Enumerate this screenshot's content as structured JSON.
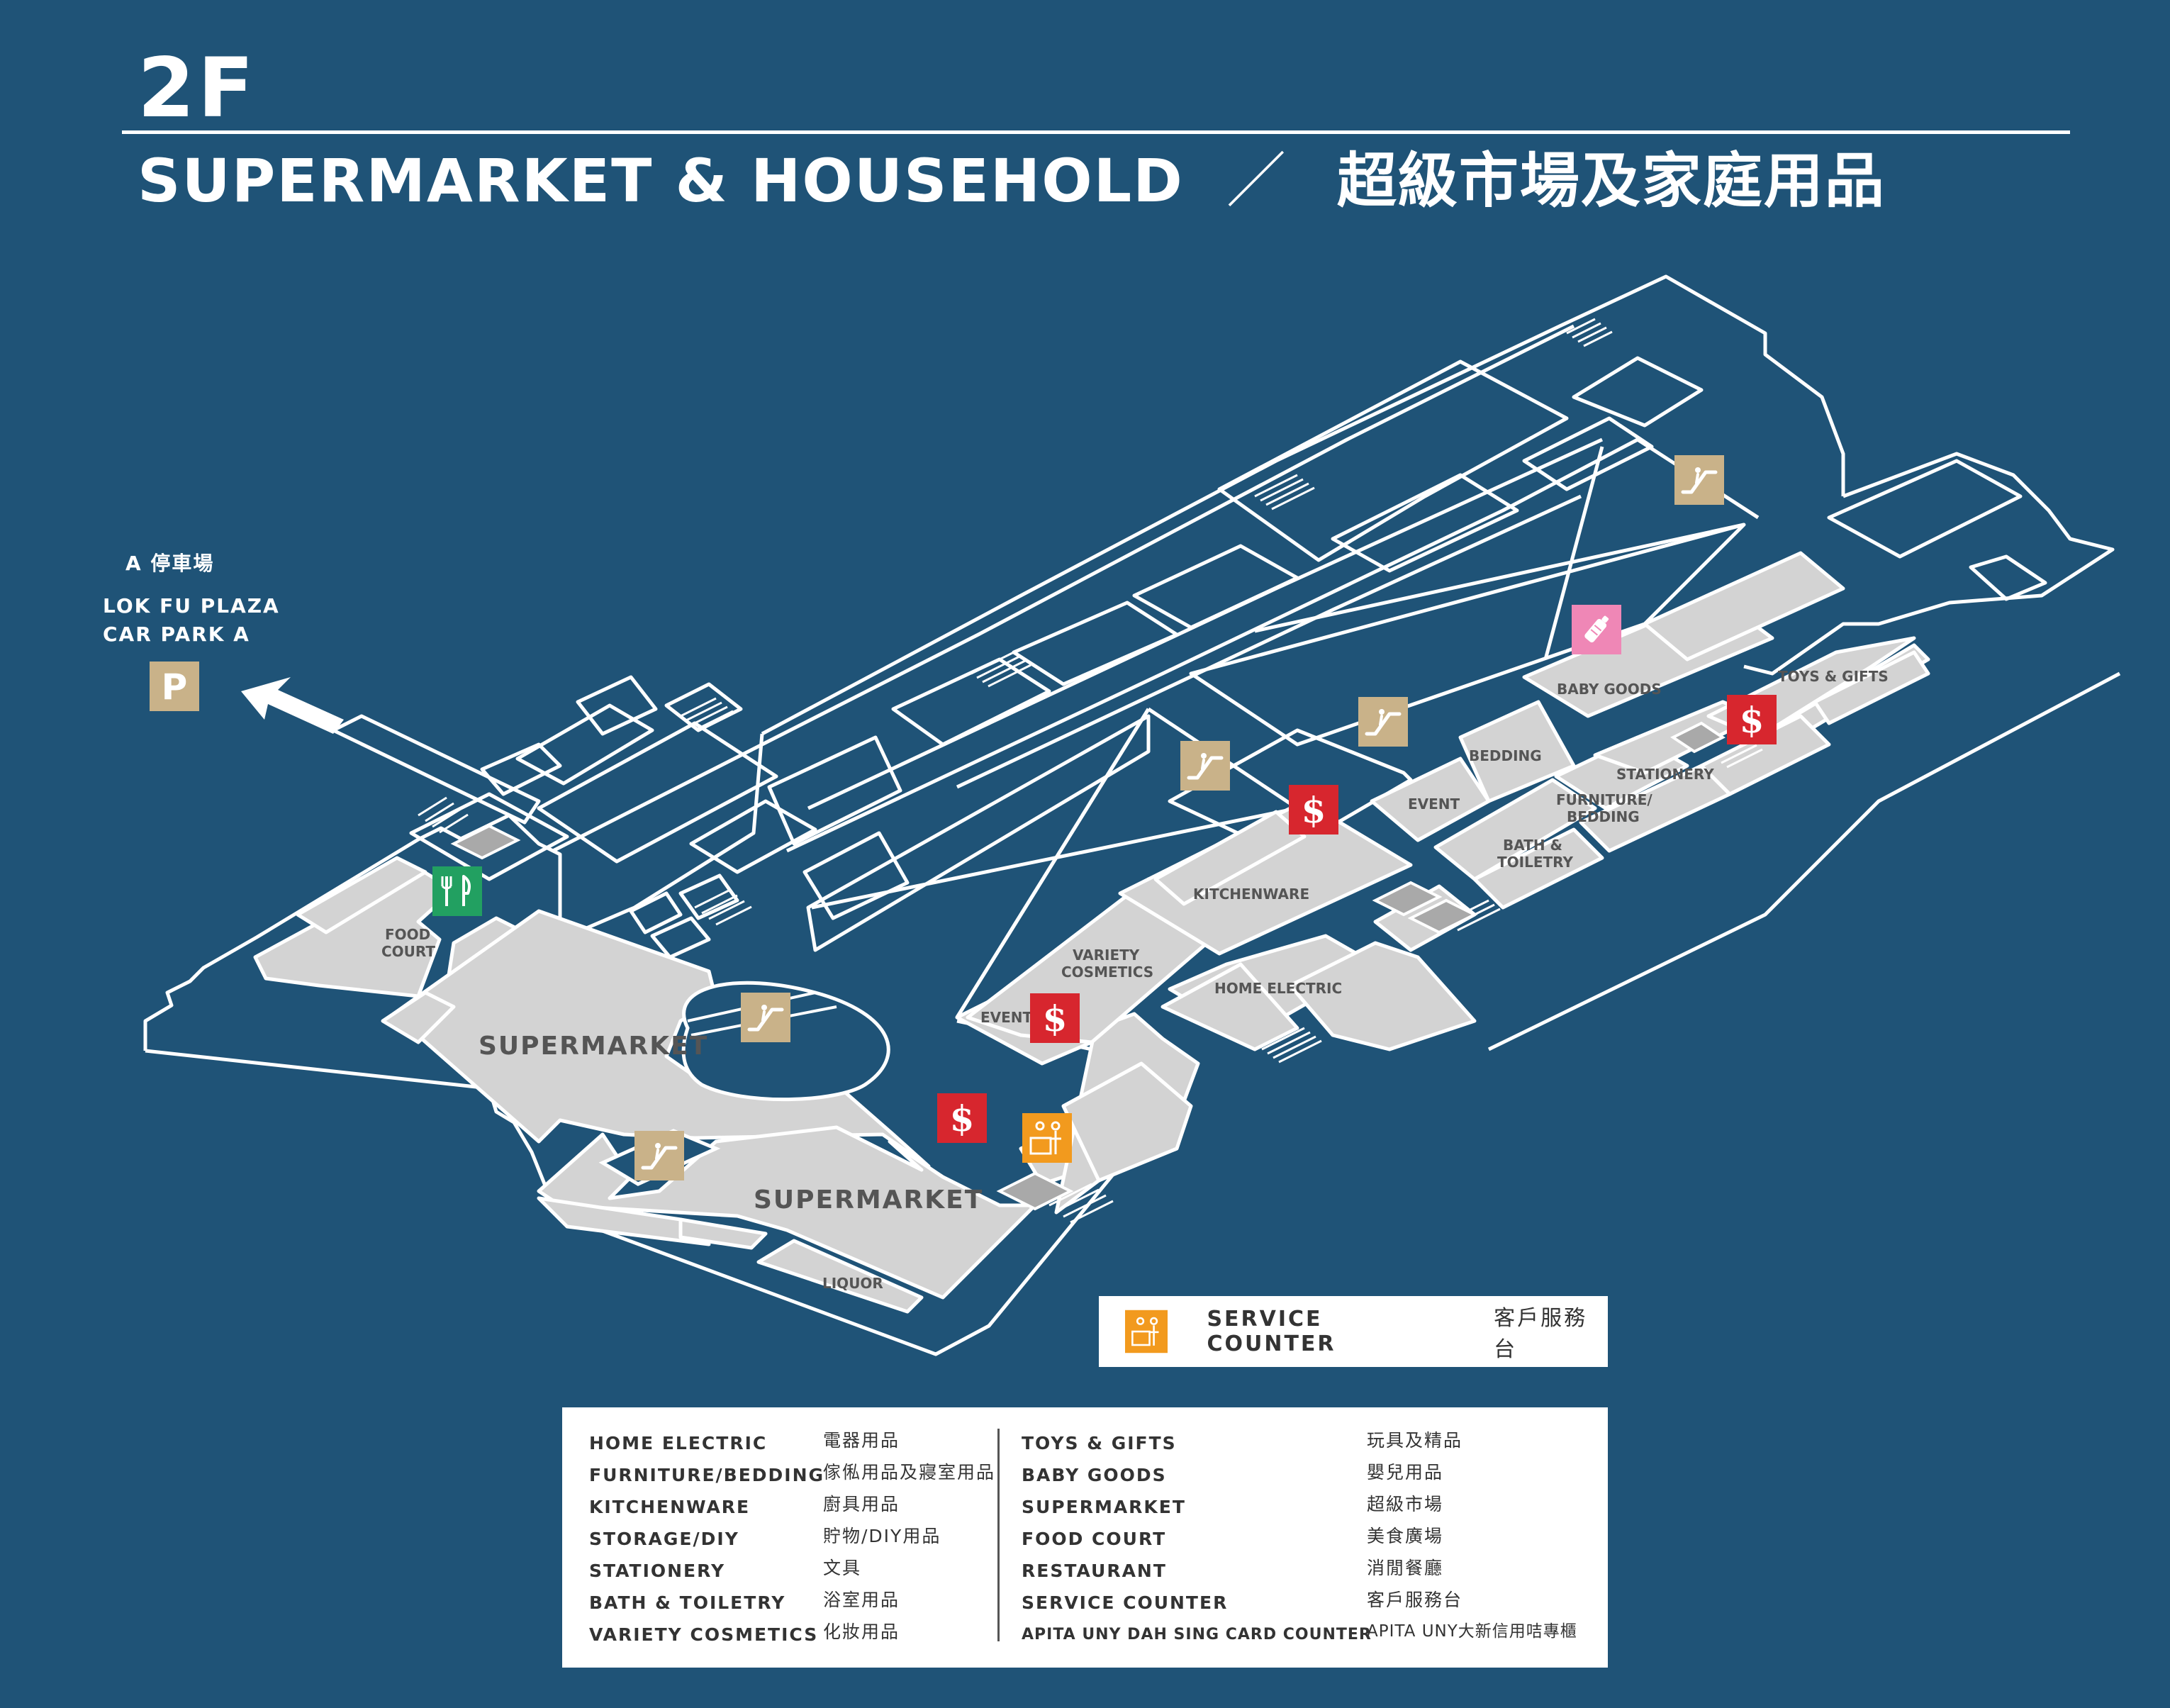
{
  "header": {
    "floor": "2F",
    "title_en": "SUPERMARKET & HOUSEHOLD",
    "slash": "／",
    "title_zh": "超級市場及家庭用品"
  },
  "carpark": {
    "label_zh": "A 停車場",
    "label_en_line1": "LOK FU PLAZA",
    "label_en_line2": "CAR PARK A",
    "sign": "P"
  },
  "colors": {
    "background": "#1f5377",
    "store_fill": "#d3d3d3",
    "escalator": "#c9b289",
    "atm": "#d7262e",
    "service": "#f29a1e",
    "food": "#22a061",
    "baby": "#ef87b6"
  },
  "map_labels": {
    "supermarket_1": "SUPERMARKET",
    "supermarket_2": "SUPERMARKET",
    "food_court_1": "FOOD",
    "food_court_2": "COURT",
    "liquor": "LIQUOR",
    "event_1": "EVENT",
    "event_2": "EVENT",
    "variety_1": "VARIETY",
    "variety_2": "COSMETICS",
    "kitchenware": "KITCHENWARE",
    "home_electric": "HOME ELECTRIC",
    "bath_1": "BATH &",
    "bath_2": "TOILETRY",
    "furniture_1": "FURNITURE/",
    "furniture_2": "BEDDING",
    "stationery": "STATIONERY",
    "bedding": "BEDDING",
    "baby_goods": "BABY GOODS",
    "toys_gifts": "TOYS & GIFTS"
  },
  "icons": {
    "escalator": "escalator-icon",
    "atm": "dollar-icon",
    "food": "fork-knife-icon",
    "baby": "baby-bottle-icon",
    "service": "service-counter-icon",
    "parking": "parking-icon",
    "atm_glyph": "$"
  },
  "service_counter": {
    "label_en": "SERVICE COUNTER",
    "label_zh": "客戶服務台"
  },
  "legend": {
    "left": [
      {
        "en": "HOME ELECTRIC",
        "zh": "電器用品"
      },
      {
        "en": "FURNITURE/BEDDING",
        "zh": "傢俬用品及寢室用品"
      },
      {
        "en": "KITCHENWARE",
        "zh": "廚具用品"
      },
      {
        "en": "STORAGE/DIY",
        "zh": "貯物/DIY用品"
      },
      {
        "en": "STATIONERY",
        "zh": "文具"
      },
      {
        "en": "BATH & TOILETRY",
        "zh": "浴室用品"
      },
      {
        "en": "VARIETY COSMETICS",
        "zh": "化妝用品"
      }
    ],
    "right": [
      {
        "en": "TOYS & GIFTS",
        "zh": "玩具及精品"
      },
      {
        "en": "BABY GOODS",
        "zh": "嬰兒用品"
      },
      {
        "en": "SUPERMARKET",
        "zh": "超級市場"
      },
      {
        "en": "FOOD COURT",
        "zh": "美食廣場"
      },
      {
        "en": "RESTAURANT",
        "zh": "消閒餐廳"
      },
      {
        "en": "SERVICE COUNTER",
        "zh": "客戶服務台"
      },
      {
        "en": "APITA UNY DAH SING CARD COUNTER",
        "zh": "APITA UNY大新信用咭專櫃"
      }
    ]
  }
}
